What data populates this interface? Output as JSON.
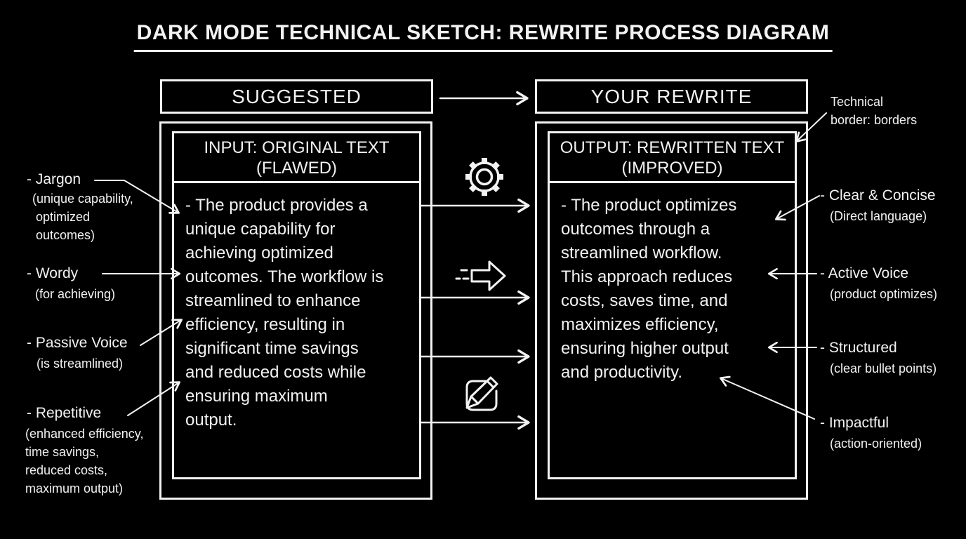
{
  "title": "DARK MODE TECHNICAL SKETCH: REWRITE PROCESS DIAGRAM",
  "colors": {
    "background": "#000000",
    "stroke": "#f2f2f2"
  },
  "left_panel": {
    "header": "SUGGESTED",
    "box_title": "INPUT: ORIGINAL TEXT\n(FLAWED)",
    "body": "- The product provides a\nunique capability for\nachieving optimized\noutcomes. The workflow is\nstreamlined to enhance\nefficiency, resulting in\nsignificant time savings\nand reduced costs while\nensuring maximum\noutput."
  },
  "right_panel": {
    "header": "YOUR REWRITE",
    "box_title": "OUTPUT: REWRITTEN TEXT\n(IMPROVED)",
    "body": "- The product optimizes\noutcomes through a\nstreamlined workflow.\nThis approach reduces\ncosts, saves time, and\nmaximizes efficiency,\nensuring higher output\nand productivity."
  },
  "left_annotations": [
    {
      "label": "- Jargon",
      "detail": "(unique capability,\n optimized\n outcomes)"
    },
    {
      "label": "- Wordy",
      "detail": "(for achieving)"
    },
    {
      "label": "- Passive Voice",
      "detail": "(is streamlined)"
    },
    {
      "label": "- Repetitive",
      "detail": "(enhanced efficiency,\ntime savings,\nreduced costs,\nmaximum output)"
    }
  ],
  "right_annotations": [
    {
      "label": "Technical\nborder: borders",
      "detail": ""
    },
    {
      "label": "- Clear & Concise",
      "detail": "(Direct language)"
    },
    {
      "label": "- Active Voice",
      "detail": "(product optimizes)"
    },
    {
      "label": "- Structured",
      "detail": "(clear bullet points)"
    },
    {
      "label": "- Impactful",
      "detail": "(action-oriented)"
    }
  ],
  "icons": {
    "process": "gear-icon",
    "transform": "block-arrow-right-icon",
    "edit": "pencil-edit-icon"
  }
}
